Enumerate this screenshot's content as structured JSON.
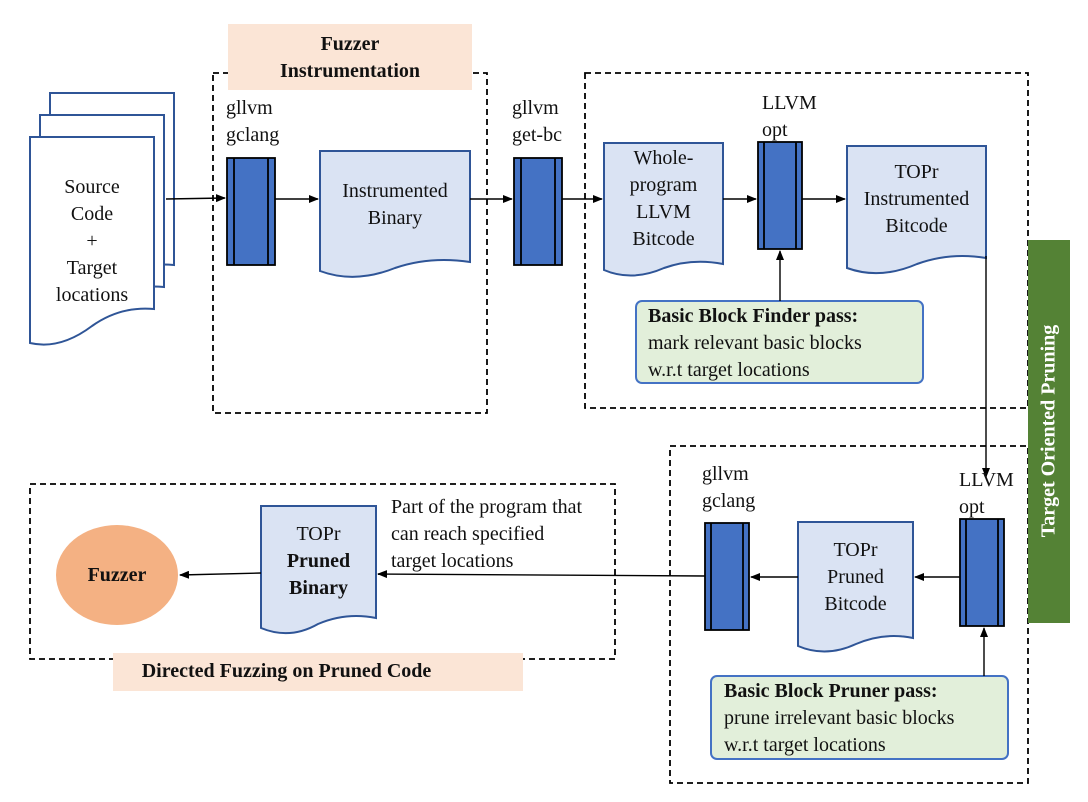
{
  "source_doc": {
    "line1": "Source",
    "line2": "Code",
    "line3": "+",
    "line4": "Target",
    "line5": "locations"
  },
  "fuzzer_instrumentation": {
    "line1": "Fuzzer",
    "line2": "Instrumentation"
  },
  "gllvm_gclang_top": {
    "line1": "gllvm",
    "line2": "gclang"
  },
  "instrumented_binary": {
    "line1": "Instrumented",
    "line2": "Binary"
  },
  "gllvm_getbc": {
    "line1": "gllvm",
    "line2": "get-bc"
  },
  "whole_program": {
    "line1": "Whole-",
    "line2": "program",
    "line3": "LLVM",
    "line4": "Bitcode"
  },
  "llvm_opt_top": {
    "line1": "LLVM",
    "line2": "opt"
  },
  "topr_instrumented": {
    "line1": "TOPr",
    "line2": "Instrumented",
    "line3": "Bitcode"
  },
  "finder_pass": {
    "title": "Basic Block Finder pass:",
    "line1": "mark relevant basic blocks",
    "line2": "w.r.t target locations"
  },
  "target_oriented_pruning": "Target Oriented Pruning",
  "gllvm_gclang_bottom": {
    "line1": "gllvm",
    "line2": "gclang"
  },
  "llvm_opt_bottom": {
    "line1": "LLVM",
    "line2": "opt"
  },
  "topr_pruned_bitcode": {
    "line1": "TOPr",
    "line2": "Pruned",
    "line3": "Bitcode"
  },
  "pruner_pass": {
    "title": "Basic Block Pruner pass:",
    "line1": "prune irrelevant basic blocks",
    "line2": "w.r.t target locations"
  },
  "part_of_program": {
    "line1": "Part of the program that",
    "line2": "can reach specified",
    "line3": "target locations"
  },
  "topr_pruned_binary": {
    "line1": "TOPr",
    "line2": "Pruned",
    "line3": "Binary"
  },
  "fuzzer": "Fuzzer",
  "directed_fuzzing": "Directed Fuzzing on Pruned Code",
  "colors": {
    "doc_fill": "#dae3f3",
    "doc_stroke": "#2f5597",
    "tool_fill": "#4472c4",
    "pass_fill": "#e2efda",
    "pass_stroke": "#4472c4",
    "label_fill": "#fbe5d6",
    "fuzzer_fill": "#f4b183",
    "pruning_fill": "#548235"
  }
}
